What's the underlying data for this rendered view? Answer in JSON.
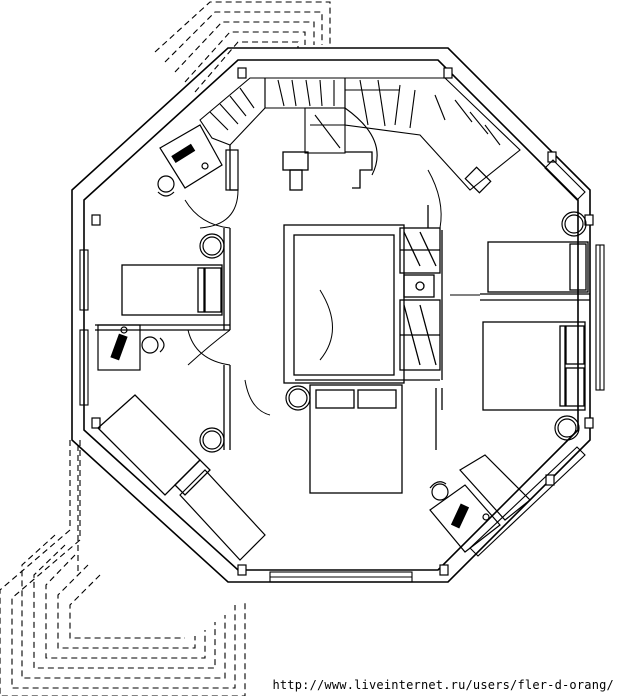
{
  "watermark": "http://www.liveinternet.ru/users/fler-d-orang/",
  "colors": {
    "line": "#000000",
    "background": "#ffffff"
  },
  "plan": {
    "walls": "octagon",
    "rooms": [
      "bedroom",
      "bedroom",
      "bedroom",
      "bedroom",
      "bedroom",
      "stair-hall"
    ],
    "exterior": [
      "dashed-steps-top-left",
      "dashed-steps-bottom-left"
    ]
  }
}
